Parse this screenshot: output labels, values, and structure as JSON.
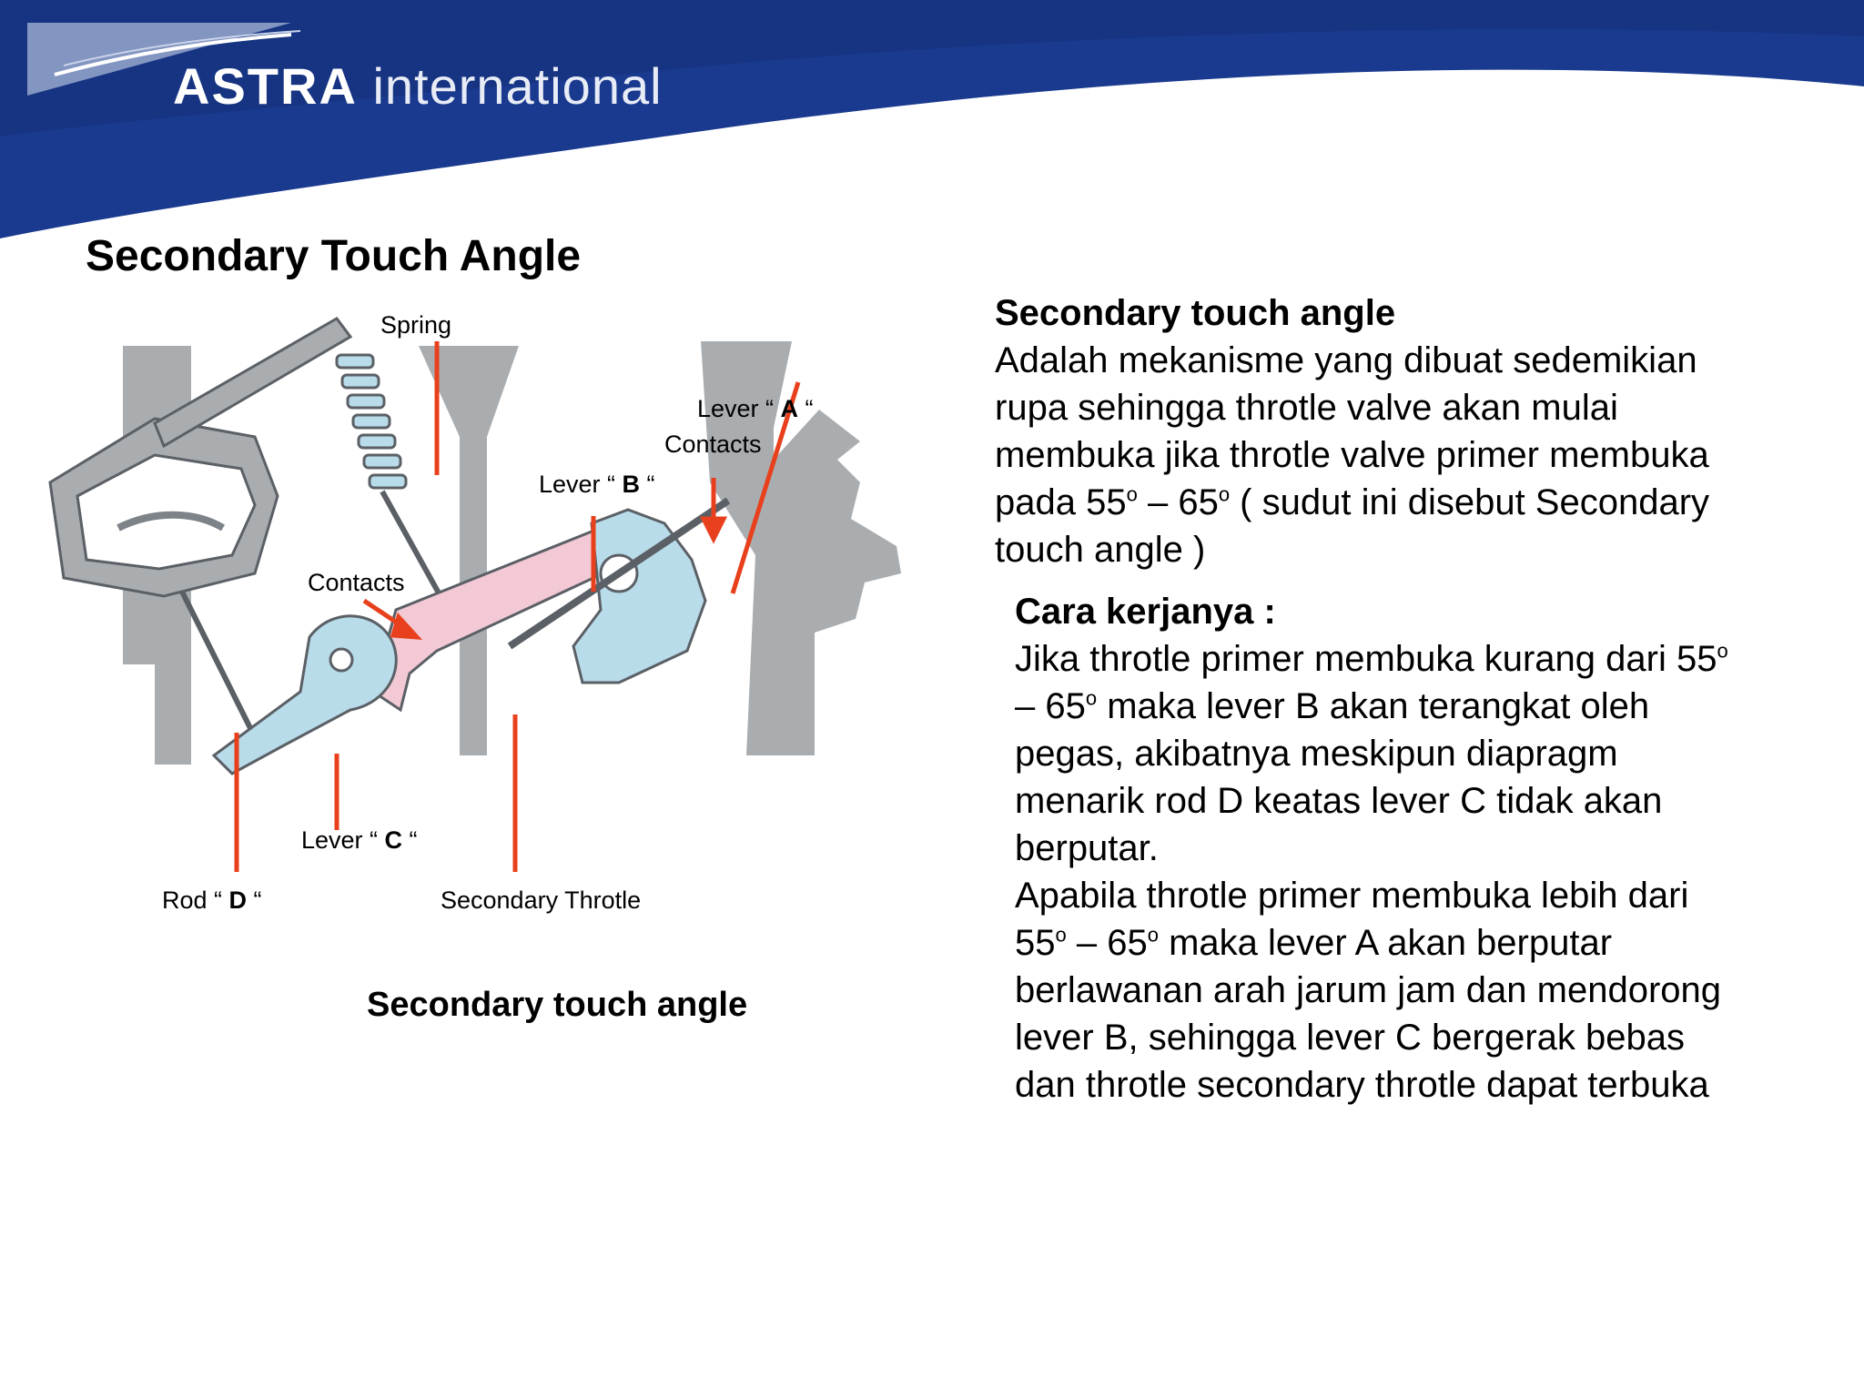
{
  "header": {
    "brand": "ASTRA",
    "brand_suffix": "international",
    "colors": {
      "band": "#1a3a8f",
      "band_dark": "#142f78"
    }
  },
  "slide": {
    "title": "Secondary Touch Angle"
  },
  "diagram": {
    "labels": {
      "spring": "Spring",
      "lever_a_pre": "Lever “ ",
      "lever_a_key": "A",
      "lever_a_post": " “",
      "contacts_top": "Contacts",
      "lever_b_pre": "Lever “ ",
      "lever_b_key": "B",
      "lever_b_post": " “",
      "contacts_mid": "Contacts",
      "lever_c_pre": "Lever “ ",
      "lever_c_key": "C",
      "lever_c_post": " “",
      "rod_d_pre": "Rod “ ",
      "rod_d_key": "D",
      "rod_d_post": " “",
      "secondary_throttle": "Secondary Throtle"
    },
    "caption": "Secondary touch angle",
    "colors": {
      "pointer": "#e8401c",
      "body": "#a9adb0",
      "part": "#b9dcea",
      "lever": "#f2c9d4"
    }
  },
  "definition": {
    "heading": "Secondary touch angle",
    "l1": "Adalah mekanisme yang dibuat sedemikian",
    "l2": "rupa sehingga throtle valve akan mulai",
    "l3": "membuka jika throtle valve primer membuka",
    "l4a": "pada 55",
    "l4b": "o",
    "l4c": " – 65",
    "l4d": "o",
    "l4e": " ( sudut ini disebut Secondary",
    "l5": "touch angle )"
  },
  "how_it_works": {
    "heading": "Cara kerjanya :",
    "l1a": "Jika throtle primer membuka kurang dari 55",
    "l1b": "o",
    "l2a": "– 65",
    "l2b": "o",
    "l2c": " maka lever B akan terangkat oleh",
    "l3": "pegas, akibatnya meskipun diapragm",
    "l4": "menarik rod D keatas lever C tidak akan",
    "l5": "berputar.",
    "l6": "Apabila throtle primer membuka lebih dari",
    "l7a": "55",
    "l7b": "o",
    "l7c": " – 65",
    "l7d": "o",
    "l7e": " maka lever A akan berputar",
    "l8": "berlawanan arah jarum jam dan mendorong",
    "l9": "lever B, sehingga lever C bergerak bebas",
    "l10": "dan throtle secondary throtle dapat terbuka"
  }
}
